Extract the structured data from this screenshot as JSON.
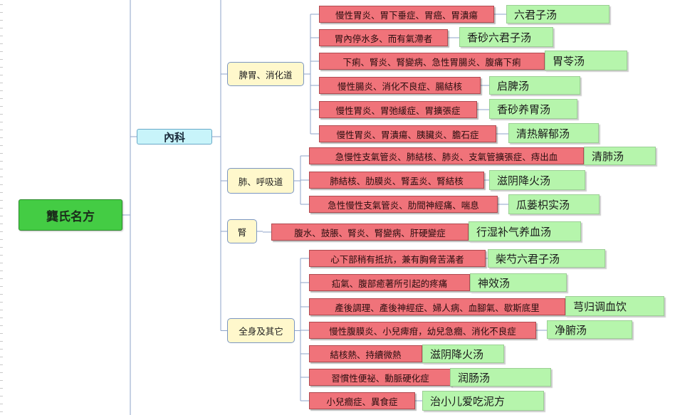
{
  "root": {
    "label": "龔氏名方"
  },
  "branch": {
    "label": "內科"
  },
  "categories": [
    {
      "label": "脾胃、消化道",
      "items": [
        {
          "symptoms": "慢性胃炎、胃下垂症、胃癌、胃潰瘍",
          "formula": "六君子汤"
        },
        {
          "symptoms": "胃內停水多、而有氣滯者",
          "formula": "香砂六君子汤"
        },
        {
          "symptoms": "下痢、腎炎、腎變病、急性胃腸炎、腹痛下痢",
          "formula": "胃苓汤"
        },
        {
          "symptoms": "慢性腸炎、消化不良症、腸結核",
          "formula": "启脾汤"
        },
        {
          "symptoms": "慢性胃炎、胃弛緩症、胃擴張症",
          "formula": "香砂养胃汤"
        },
        {
          "symptoms": "慢性胃炎、胃潰瘍、胰臟炎、膽石症",
          "formula": "清热解郁汤"
        }
      ]
    },
    {
      "label": "肺、呼吸道",
      "items": [
        {
          "symptoms": "急慢性支氣管炎、肺結核、肺炎、支氣管擴張症、痔出血",
          "formula": "清肺汤"
        },
        {
          "symptoms": "肺結核、肋膜炎、腎盂炎、腎結核",
          "formula": "滋阴降火汤"
        },
        {
          "symptoms": "急性慢性支氣管炎、肋間神經痛、喘息",
          "formula": "瓜蒌枳实汤"
        }
      ]
    },
    {
      "label": "腎",
      "items": [
        {
          "symptoms": "腹水、鼓脹、腎炎、腎變病、肝硬變症",
          "formula": "行湿补气养血汤"
        }
      ]
    },
    {
      "label": "全身及其它",
      "items": [
        {
          "symptoms": "心下部稍有抵抗，兼有胸脅苦滿者",
          "formula": "柴芍六君子汤"
        },
        {
          "symptoms": "疝氣、腹部癒著所引起的疼痛",
          "formula": "神效汤"
        },
        {
          "symptoms": "產後調理、產後神經症、婦人病、血腳氣、歇斯底里",
          "formula": "芎归调血饮"
        },
        {
          "symptoms": "慢性腹膜炎、小兒痺疳，幼兒急癎、消化不良症",
          "formula": "净腑汤"
        },
        {
          "symptoms": "結核熱、持續微熱",
          "formula": "滋阴降火汤"
        },
        {
          "symptoms": "習慣性便祕、動脈硬化症",
          "formula": "润肠汤"
        },
        {
          "symptoms": "小兒癎症、異食症",
          "formula": "治小儿爱吃泥方"
        }
      ]
    }
  ],
  "colors": {
    "root": "#44cc44",
    "branch": "#c8f4fa",
    "category": "#fff8cc",
    "symptom": "#f0737a",
    "formula": "#b6f5ac",
    "connector": "#8da3c8"
  }
}
